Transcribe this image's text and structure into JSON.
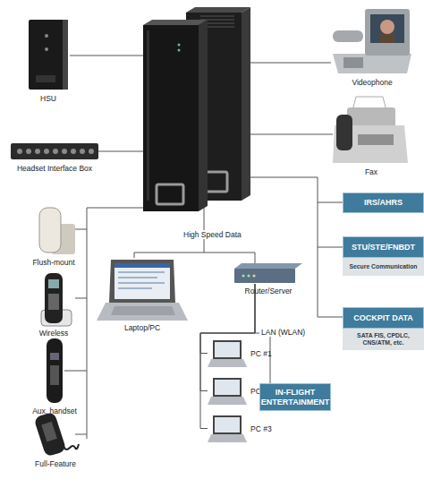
{
  "diagram": {
    "nodes": [
      {
        "text": [
          "HSU"
        ]
      },
      {
        "text": [
          "Videophone"
        ]
      },
      {
        "text": [
          "Fax"
        ]
      },
      {
        "text": [
          "Headset Interface Box"
        ]
      },
      {
        "text": [
          "IRS/AHRS"
        ]
      },
      {
        "text": [
          "Flush-mount"
        ]
      },
      {
        "text": [
          "STU/STE/FNBDT",
          "Secure Communication"
        ]
      },
      {
        "text": [
          "Laptop/PC"
        ]
      },
      {
        "text": [
          "Router/Server"
        ]
      },
      {
        "text": [
          "Wireless"
        ]
      },
      {
        "text": [
          "COCKPIT DATA",
          "SATA FIS, CPDLC, CNS/ATM, etc."
        ]
      },
      {
        "text": [
          "PC #1"
        ]
      },
      {
        "text": [
          "Aux. handset"
        ]
      },
      {
        "text": [
          "PC #2"
        ]
      },
      {
        "text": [
          "IN-FLIGHT ENTERTAINMENT"
        ]
      },
      {
        "text": [
          "PC #3"
        ]
      },
      {
        "text": [
          "Full-Feature"
        ]
      }
    ],
    "edges": [
      {
        "from": 8,
        "to": 11,
        "arrow": "none"
      },
      {
        "from": 8,
        "to": 13,
        "arrow": "none"
      },
      {
        "from": 8,
        "to": 15,
        "arrow": "none"
      },
      {
        "from": 8,
        "to": 14,
        "arrow": "none"
      }
    ],
    "labels": [
      "High Speed Data",
      "LAN (WLAN)"
    ]
  }
}
